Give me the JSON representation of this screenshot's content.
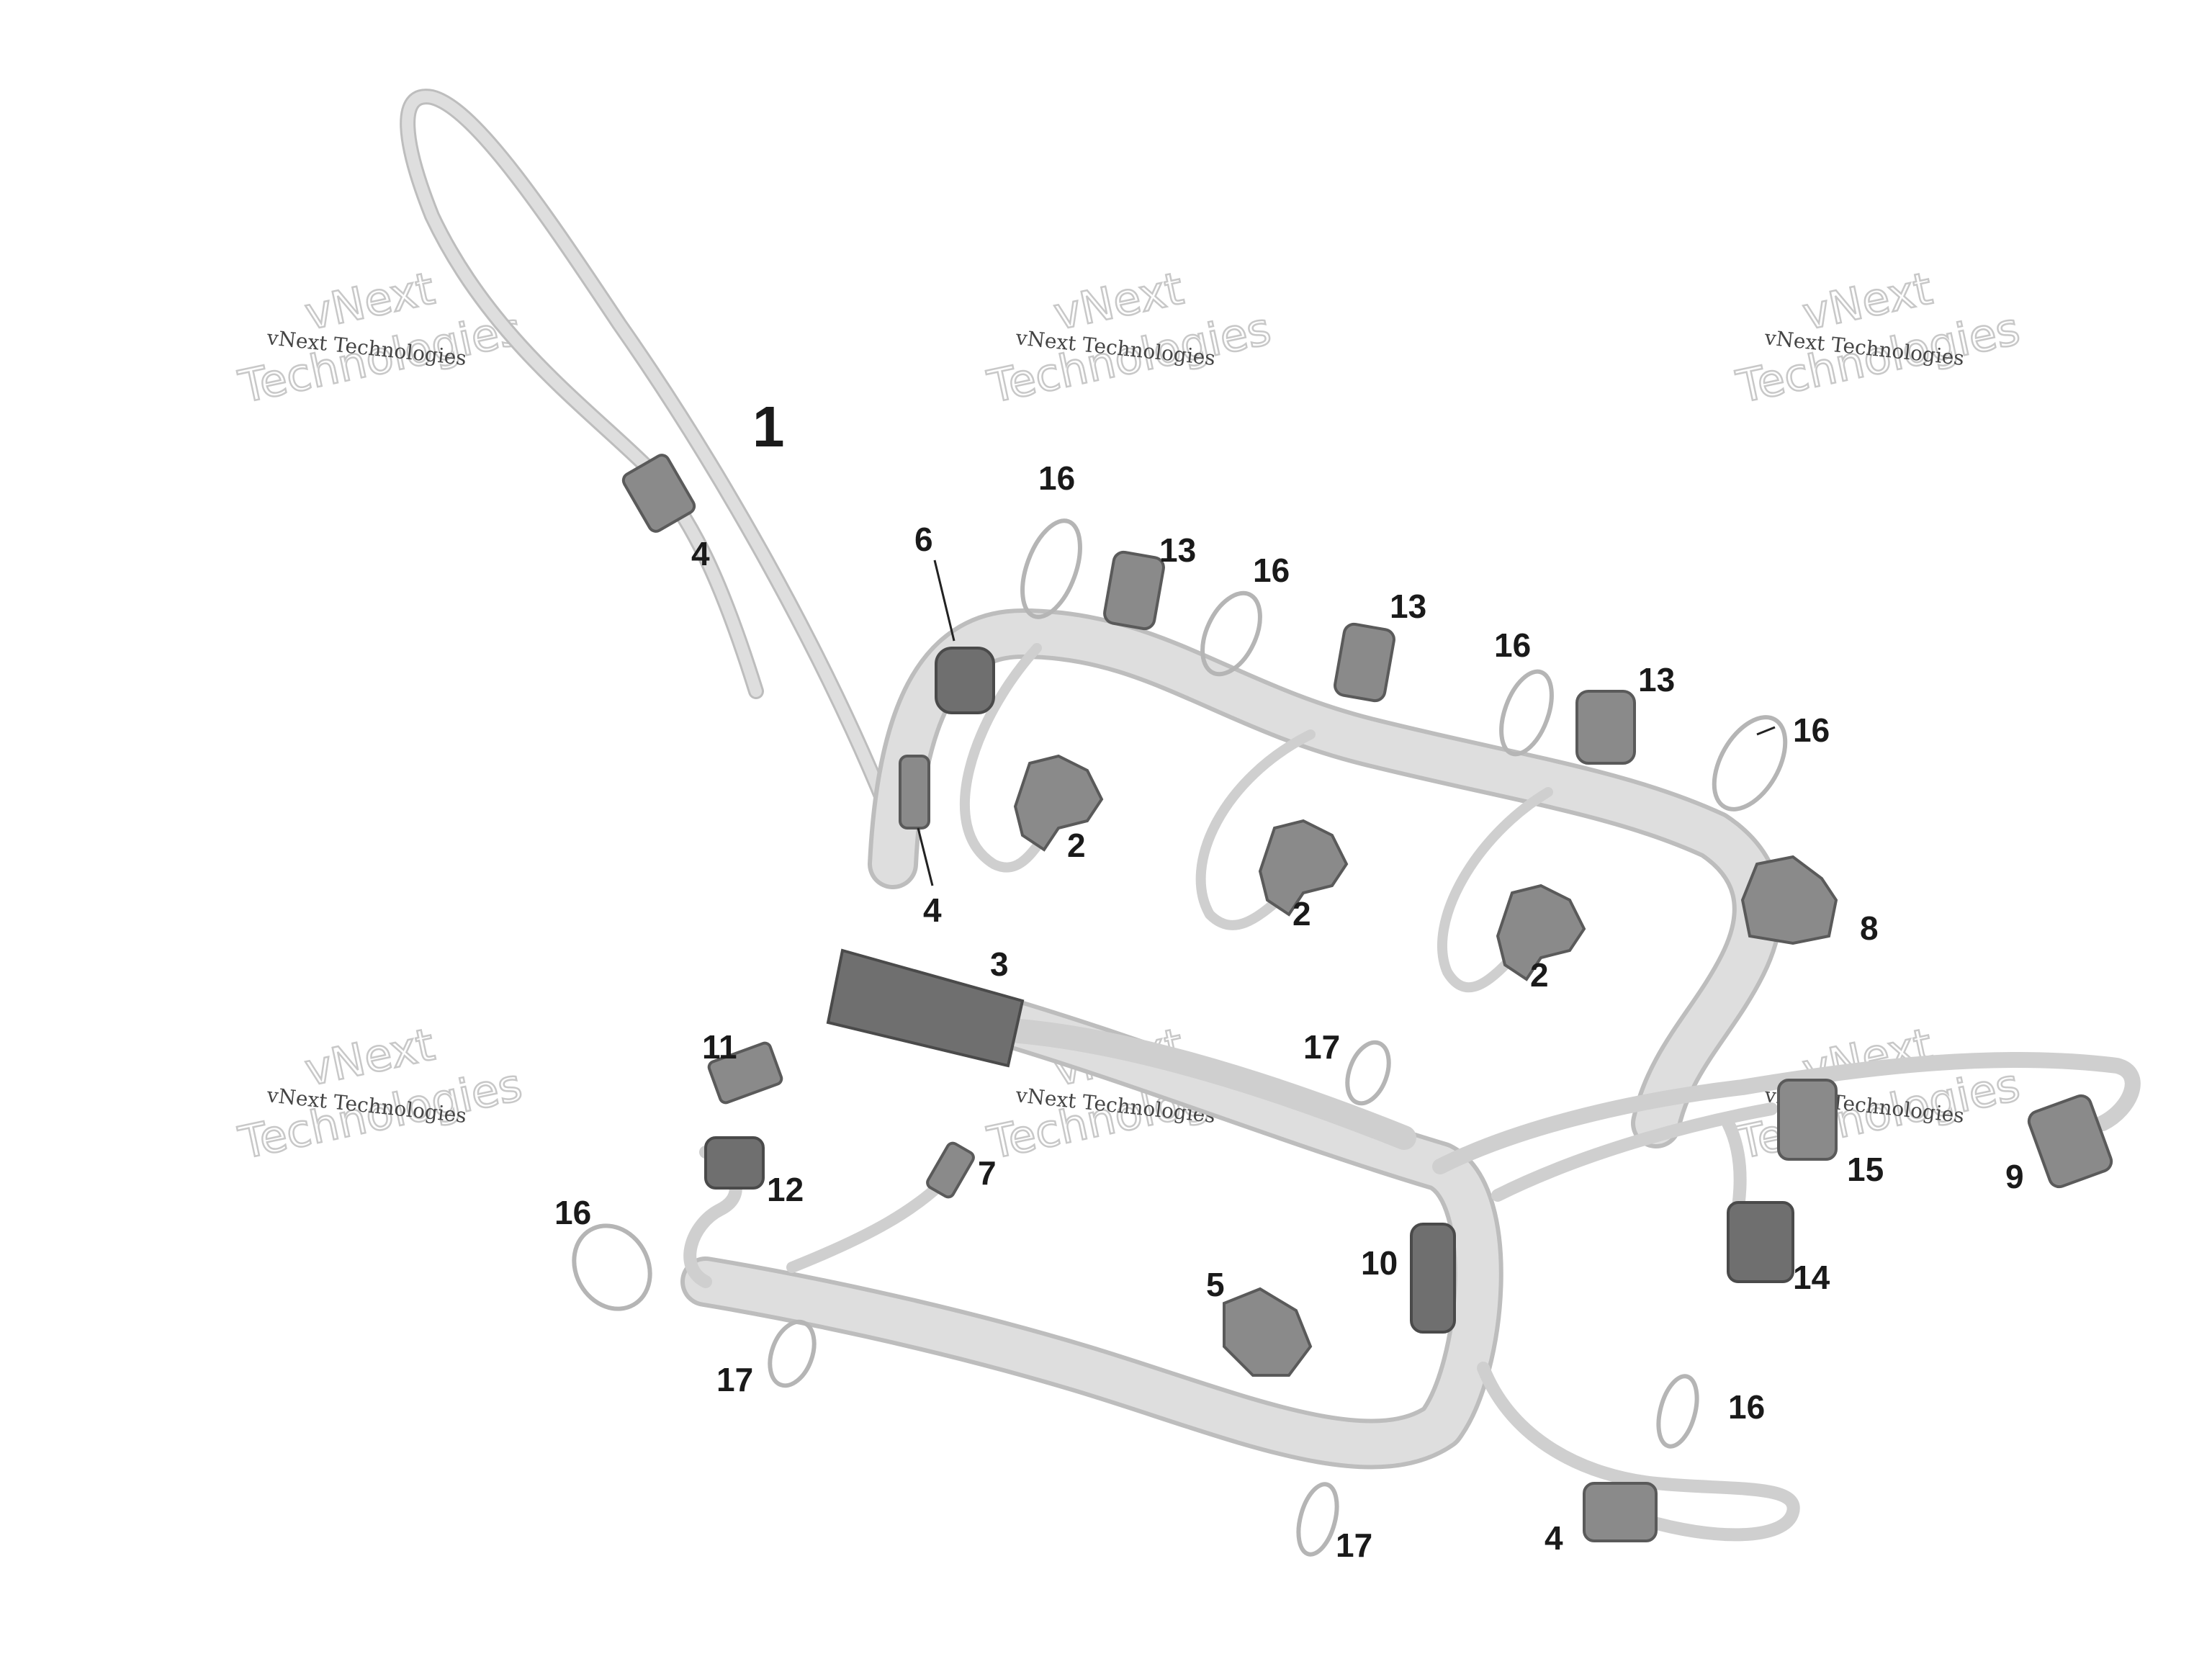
{
  "callouts": {
    "c1": "1",
    "c2a": "2",
    "c2b": "2",
    "c2c": "2",
    "c3": "3",
    "c4a": "4",
    "c4b": "4",
    "c4c": "4",
    "c5": "5",
    "c6": "6",
    "c7": "7",
    "c8": "8",
    "c9": "9",
    "c10": "10",
    "c11": "11",
    "c12": "12",
    "c13a": "13",
    "c13b": "13",
    "c13c": "13",
    "c14": "14",
    "c15": "15",
    "c16a": "16",
    "c16b": "16",
    "c16c": "16",
    "c16d": "16",
    "c16e": "16",
    "c16f": "16",
    "c17a": "17",
    "c17b": "17",
    "c17c": "17"
  },
  "watermark": {
    "small": "vNext Technologies",
    "big_line1": "vNext",
    "big_line2": "Technologies"
  },
  "colors": {
    "harness": "#dedede",
    "connector": "#8a8a8a",
    "ring": "#b5b5b5",
    "label": "#1a1a1a"
  }
}
